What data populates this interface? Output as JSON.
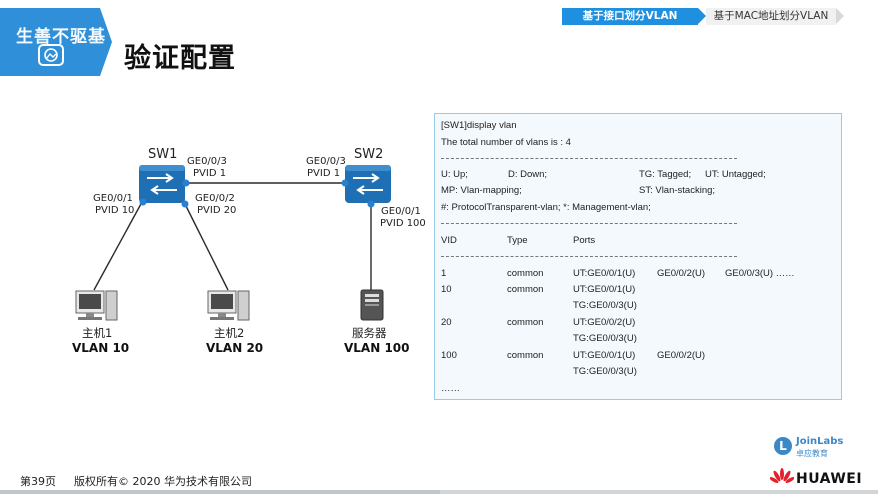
{
  "header": {
    "banner_text": "生善不驱基",
    "title": "验证配置"
  },
  "tabs": [
    {
      "label": "基于接口划分VLAN",
      "active": true
    },
    {
      "label": "基于MAC地址划分VLAN",
      "active": false
    }
  ],
  "diagram": {
    "sw1": {
      "name": "SW1"
    },
    "sw2": {
      "name": "SW2"
    },
    "ports": {
      "sw1_g3": {
        "port": "GE0/0/3",
        "pvid": "PVID 1"
      },
      "sw1_g1": {
        "port": "GE0/0/1",
        "pvid": "PVID 10"
      },
      "sw1_g2": {
        "port": "GE0/0/2",
        "pvid": "PVID 20"
      },
      "sw2_g3": {
        "port": "GE0/0/3",
        "pvid": "PVID 1"
      },
      "sw2_g1": {
        "port": "GE0/0/1",
        "pvid": "PVID 100"
      }
    },
    "hosts": [
      {
        "name": "主机1",
        "vlan": "VLAN 10"
      },
      {
        "name": "主机2",
        "vlan": "VLAN 20"
      },
      {
        "name": "服务器",
        "vlan": "VLAN 100"
      }
    ]
  },
  "console": {
    "lines": {
      "cmd": "[SW1]display vlan",
      "total": "The total number of vlans is : 4",
      "legend1_a": "U: Up;",
      "legend1_b": "D: Down;",
      "legend1_c": "TG: Tagged;",
      "legend1_d": "UT: Untagged;",
      "legend2_a": "MP: Vlan-mapping;",
      "legend2_b": "ST: Vlan-stacking;",
      "legend3": "#: ProtocolTransparent-vlan;   *: Management-vlan;",
      "col_vid": "VID",
      "col_type": "Type",
      "col_ports": "Ports",
      "ellipsis": "……"
    },
    "rows": [
      {
        "vid": "1",
        "type": "common",
        "ports": [
          "UT:GE0/0/1(U)",
          "GE0/0/2(U)",
          "GE0/0/3(U) ……"
        ]
      },
      {
        "vid": "10",
        "type": "common",
        "ports": [
          "UT:GE0/0/1(U)"
        ],
        "tg": "TG:GE0/0/3(U)"
      },
      {
        "vid": "20",
        "type": "common",
        "ports": [
          "UT:GE0/0/2(U)"
        ],
        "tg": "TG:GE0/0/3(U)"
      },
      {
        "vid": "100",
        "type": "common",
        "ports": [
          "UT:GE0/0/1(U)",
          "GE0/0/2(U)"
        ],
        "tg": "TG:GE0/0/3(U)"
      }
    ]
  },
  "footer": {
    "page": "第39页",
    "copyright": "版权所有© 2020 华为技术有限公司",
    "joinlabs_name": "JoinLabs",
    "joinlabs_cn": "卓应教育",
    "huawei": "HUAWEI"
  },
  "colors": {
    "accent": "#2f8fd8",
    "switch": "#1f6fb5",
    "port_dot": "#2b7fd0"
  }
}
